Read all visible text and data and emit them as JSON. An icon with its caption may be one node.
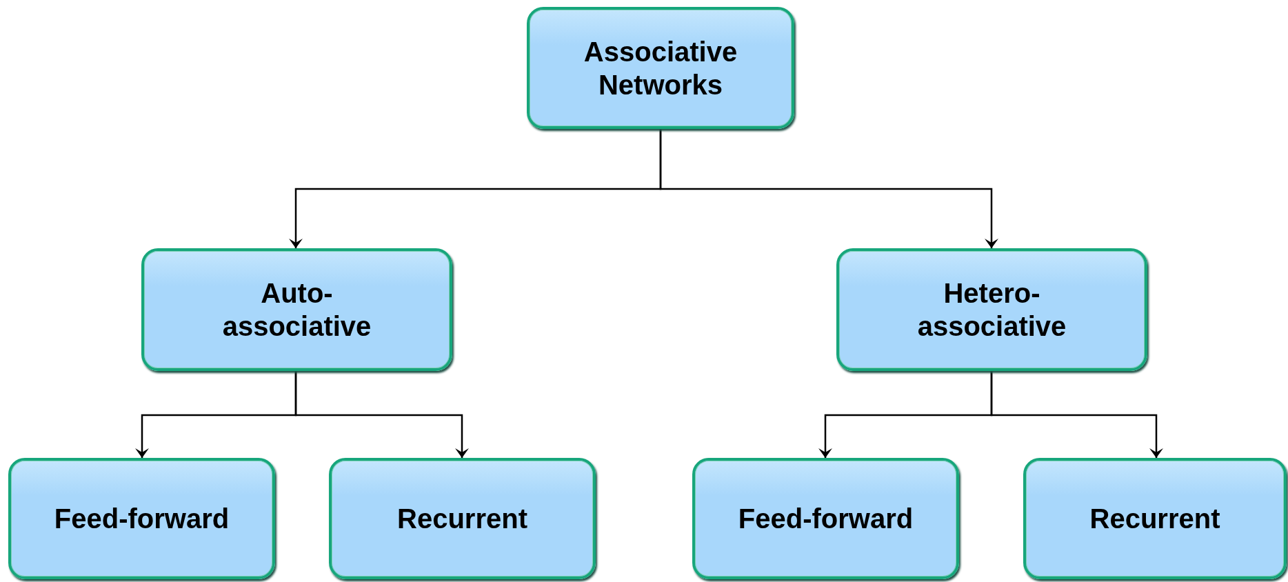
{
  "diagram": {
    "nodes": [
      {
        "text": [
          "Associative Networks"
        ]
      },
      {
        "text": [
          "Auto-associative"
        ]
      },
      {
        "text": [
          "Hetero-associative"
        ]
      },
      {
        "text": [
          "Feed-forward"
        ]
      },
      {
        "text": [
          "Recurrent"
        ]
      },
      {
        "text": [
          "Feed-forward"
        ]
      },
      {
        "text": [
          "Recurrent"
        ]
      }
    ],
    "edges": [
      {
        "from": 0,
        "to": 1,
        "arrow": "to"
      },
      {
        "from": 0,
        "to": 2,
        "arrow": "to"
      },
      {
        "from": 1,
        "to": 3,
        "arrow": "to"
      },
      {
        "from": 1,
        "to": 4,
        "arrow": "to"
      },
      {
        "from": 2,
        "to": 5,
        "arrow": "to"
      },
      {
        "from": 2,
        "to": 6,
        "arrow": "to"
      }
    ]
  }
}
